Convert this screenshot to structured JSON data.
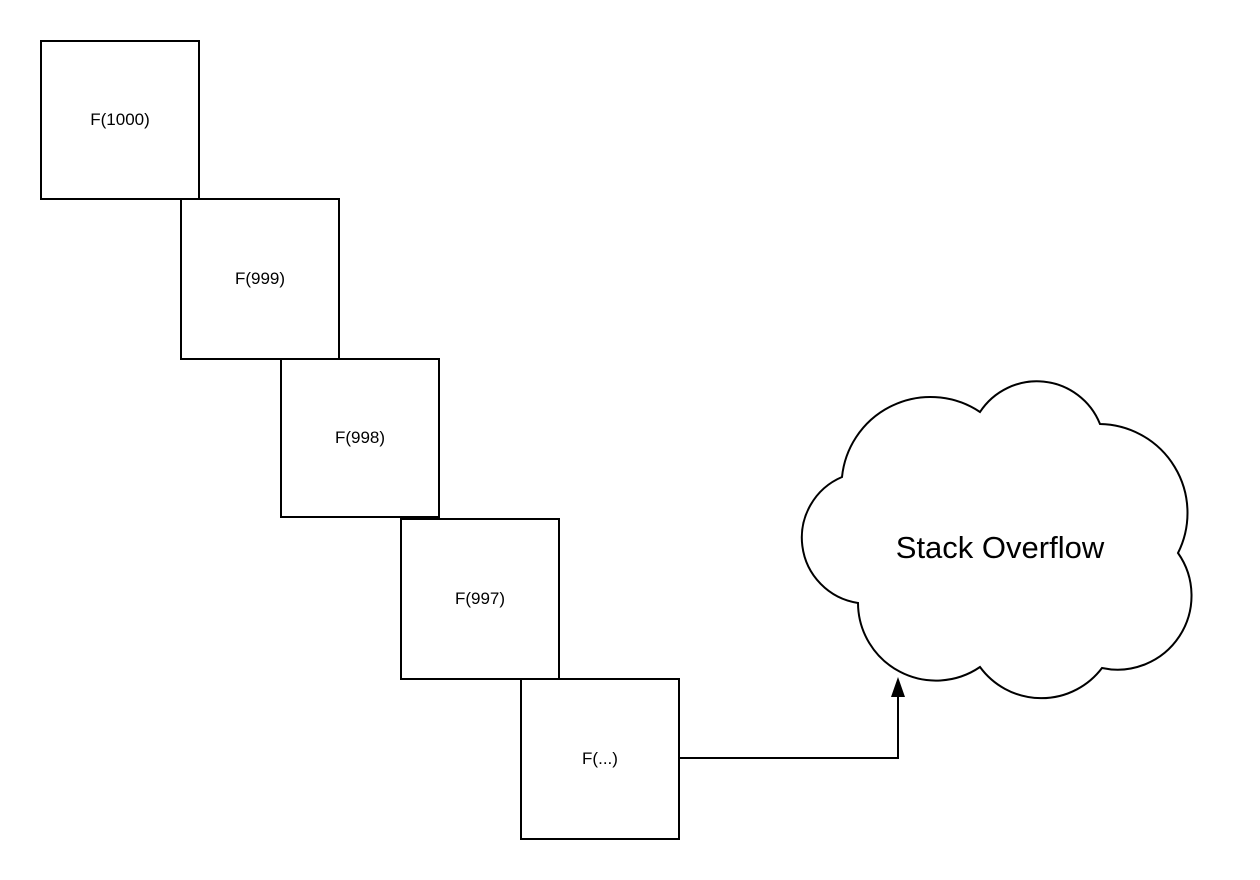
{
  "page": {
    "background_color": "#ffffff"
  },
  "diagram": {
    "type": "recursion-call-stack",
    "stroke_color": "#000000",
    "text_color": "#000000",
    "shape_fill_color": "#ffffff",
    "frames": [
      {
        "label": "F(1000)"
      },
      {
        "label": "F(999)"
      },
      {
        "label": "F(998)"
      },
      {
        "label": "F(997)"
      },
      {
        "label": "F(...)"
      }
    ],
    "cloud": {
      "label": "Stack Overflow"
    },
    "arrow": {
      "from": "F(...)",
      "to": "Stack Overflow"
    }
  }
}
